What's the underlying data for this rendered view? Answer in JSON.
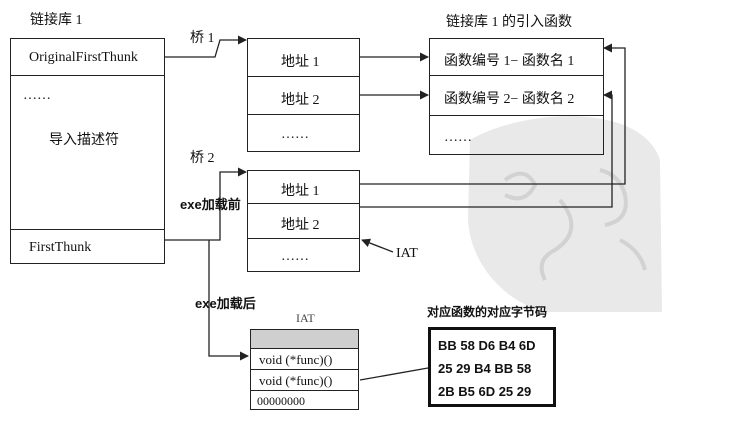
{
  "descriptor": {
    "title": "链接库 1",
    "rows": [
      "OriginalFirstThunk",
      "……",
      "导入描述符",
      "FirstThunk"
    ]
  },
  "bridge1": {
    "label": "桥 1",
    "cells": [
      "地址 1",
      "地址 2",
      "……"
    ]
  },
  "import_functions": {
    "title": "链接库 1 的引入函数",
    "cells": [
      "函数编号 1− 函数名 1",
      "函数编号 2− 函数名 2",
      "……"
    ]
  },
  "bridge2": {
    "label": "桥 2",
    "cells": [
      "地址 1",
      "地址 2",
      "……"
    ]
  },
  "iat_label": "IAT",
  "exe_before": "exe加载前",
  "exe_after": "exe加载后",
  "iat_after": {
    "title": "IAT",
    "cells": [
      "",
      "void (*func)()",
      "void (*func)()",
      "00000000"
    ]
  },
  "bytecode": {
    "title": "对应函数的对应字节码",
    "lines": [
      "BB 58 D6 B4 6D",
      "25 29 B4 BB 58",
      "2B B5 6D 25 29"
    ]
  }
}
